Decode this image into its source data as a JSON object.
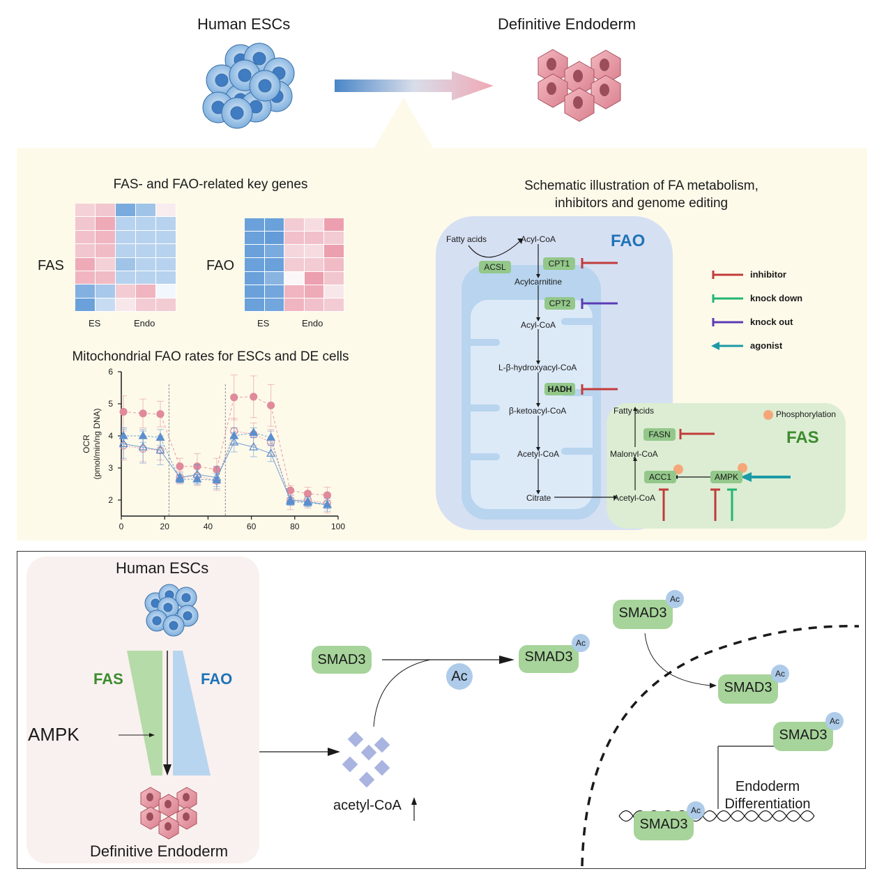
{
  "header": {
    "left_label": "Human ESCs",
    "right_label": "Definitive Endoderm",
    "arrow_gradient": [
      "#4a86c8",
      "#f0a8b4"
    ]
  },
  "colors": {
    "panel_background": "#fefaea",
    "heatmap_high": "#e8899b",
    "heatmap_low": "#5b97d6",
    "fao_text": "#1e73b8",
    "fas_text": "#3d8b2e",
    "inhibitor": "#c23b3b",
    "knock_down": "#22b573",
    "knock_out": "#5b3bb5",
    "agonist": "#1c9aa5",
    "phosphorylation": "#f5a77a"
  },
  "heatmaps": {
    "title": "FAS- and FAO-related key genes",
    "fas": {
      "label": "FAS",
      "x_labels": [
        "ES",
        "Endo"
      ],
      "rows": [
        [
          0.35,
          0.45,
          -0.8,
          -0.55,
          0.1
        ],
        [
          0.45,
          0.7,
          -0.4,
          -0.4,
          -0.4
        ],
        [
          0.5,
          0.6,
          -0.4,
          -0.4,
          -0.4
        ],
        [
          0.45,
          0.55,
          -0.4,
          -0.4,
          -0.4
        ],
        [
          0.7,
          0.35,
          -0.55,
          -0.4,
          -0.4
        ],
        [
          0.6,
          0.55,
          -0.4,
          -0.4,
          -0.4
        ],
        [
          -0.75,
          -0.5,
          0.4,
          0.6,
          -0.02
        ],
        [
          -0.9,
          -0.3,
          0.15,
          0.4,
          0.4
        ]
      ]
    },
    "fao": {
      "label": "FAO",
      "x_labels": [
        "ES",
        "Endo"
      ],
      "rows": [
        [
          -0.9,
          -0.9,
          0.4,
          0.25,
          0.8
        ],
        [
          -0.9,
          -0.95,
          0.5,
          0.5,
          0.4
        ],
        [
          -0.9,
          -0.8,
          0.3,
          0.25,
          0.8
        ],
        [
          -0.9,
          -0.9,
          0.4,
          0.4,
          0.55
        ],
        [
          -0.9,
          -0.7,
          0.0,
          0.8,
          0.45
        ],
        [
          -0.9,
          -0.85,
          0.6,
          0.7,
          0.15
        ],
        [
          -0.9,
          -0.85,
          0.6,
          0.5,
          0.4
        ]
      ]
    }
  },
  "chart_data": {
    "type": "line",
    "title": "Mitochondrial FAO rates for ESCs and DE cells",
    "xlabel": "",
    "ylabel": "OCR\n(pmol/min/ng DNA)",
    "ylabel_line1": "OCR",
    "ylabel_line2": "(pmol/min/ng DNA)",
    "xlim": [
      0,
      100
    ],
    "ylim": [
      1.5,
      6
    ],
    "x_ticks": [
      "0",
      "20",
      "40",
      "60",
      "80",
      "100"
    ],
    "y_ticks": [
      "2",
      "3",
      "4",
      "5",
      "6"
    ],
    "grid": false,
    "vlines": [
      22,
      48
    ],
    "x": [
      1,
      10,
      18,
      27,
      35,
      44,
      52,
      61,
      69,
      78,
      86,
      95
    ],
    "series": [
      {
        "name": "DE filled circle",
        "marker": "circle-filled",
        "color": "#e08a9b",
        "dash": "4,3",
        "values": [
          4.75,
          4.7,
          4.68,
          3.05,
          3.05,
          2.95,
          5.2,
          5.22,
          4.95,
          2.3,
          2.2,
          2.15
        ],
        "errors": [
          0.5,
          0.45,
          0.4,
          0.25,
          0.4,
          0.35,
          0.7,
          0.65,
          0.65,
          0.15,
          0.2,
          0.25
        ]
      },
      {
        "name": "DE open circle",
        "marker": "circle-open",
        "color": "#e08a9b",
        "dash": "2,2",
        "values": [
          3.7,
          3.6,
          3.55,
          2.7,
          2.75,
          2.6,
          4.15,
          4.05,
          3.8,
          2.0,
          2.0,
          1.9
        ],
        "errors": [
          0.45,
          0.4,
          0.3,
          0.2,
          0.3,
          0.3,
          0.4,
          0.35,
          0.4,
          0.3,
          0.25,
          0.3
        ]
      },
      {
        "name": "ESC filled triangle",
        "marker": "triangle-filled",
        "color": "#5b8fcf",
        "dash": "3,2",
        "values": [
          4.0,
          4.0,
          3.95,
          2.65,
          2.65,
          2.62,
          4.0,
          4.1,
          3.95,
          1.95,
          1.92,
          1.85
        ],
        "errors": [
          0.25,
          0.2,
          0.25,
          0.12,
          0.15,
          0.2,
          0.25,
          0.15,
          0.2,
          0.12,
          0.12,
          0.12
        ]
      },
      {
        "name": "ESC open triangle",
        "marker": "triangle-open",
        "color": "#5b8fcf",
        "dash": "0",
        "values": [
          3.75,
          3.65,
          3.55,
          2.7,
          2.8,
          2.7,
          3.8,
          3.65,
          3.45,
          2.0,
          1.95,
          1.85
        ],
        "errors": [
          0.45,
          0.5,
          0.45,
          0.15,
          0.3,
          0.35,
          0.3,
          0.3,
          0.25,
          0.15,
          0.15,
          0.2
        ]
      }
    ]
  },
  "schematic": {
    "title_line1": "Schematic illustration of FA metabolism,",
    "title_line2": "inhibitors and genome editing",
    "fao_label": "FAO",
    "fas_label": "FAS",
    "fao_steps": [
      "Fatty acids",
      "Acyl-CoA",
      "Acylcarnitine",
      "Acyl-CoA",
      "L-β-hydroxyacyl-CoA",
      "β-ketoacyl-CoA",
      "Acetyl-CoA",
      "Citrate"
    ],
    "fas_steps": [
      "Fatty acids",
      "Malonyl-CoA",
      "Acetyl-CoA"
    ],
    "enzymes": {
      "acsl": "ACSL",
      "cpt1": "CPT1",
      "cpt2": "CPT2",
      "hadh": "HADH",
      "fasn": "FASN",
      "acc1": "ACC1",
      "ampk": "AMPK"
    },
    "phosphorylation_label": "Phosphorylation",
    "legend": [
      {
        "label": "inhibitor",
        "type": "inhibitor"
      },
      {
        "label": "knock down",
        "type": "knock_down"
      },
      {
        "label": "knock out",
        "type": "knock_out"
      },
      {
        "label": "agonist",
        "type": "agonist"
      }
    ]
  },
  "bottom": {
    "left": {
      "top_label": "Human ESCs",
      "fas_label": "FAS",
      "fao_label": "FAO",
      "ampk_label": "AMPK",
      "bottom_label": "Definitive Endoderm"
    },
    "middle": {
      "smad3": "SMAD3",
      "ac": "Ac",
      "acetyl_coa": "acetyl-CoA"
    },
    "right": {
      "smad3": "SMAD3",
      "ac": "Ac",
      "endoderm_line1": "Endoderm",
      "endoderm_line2": "Differentiation"
    }
  }
}
